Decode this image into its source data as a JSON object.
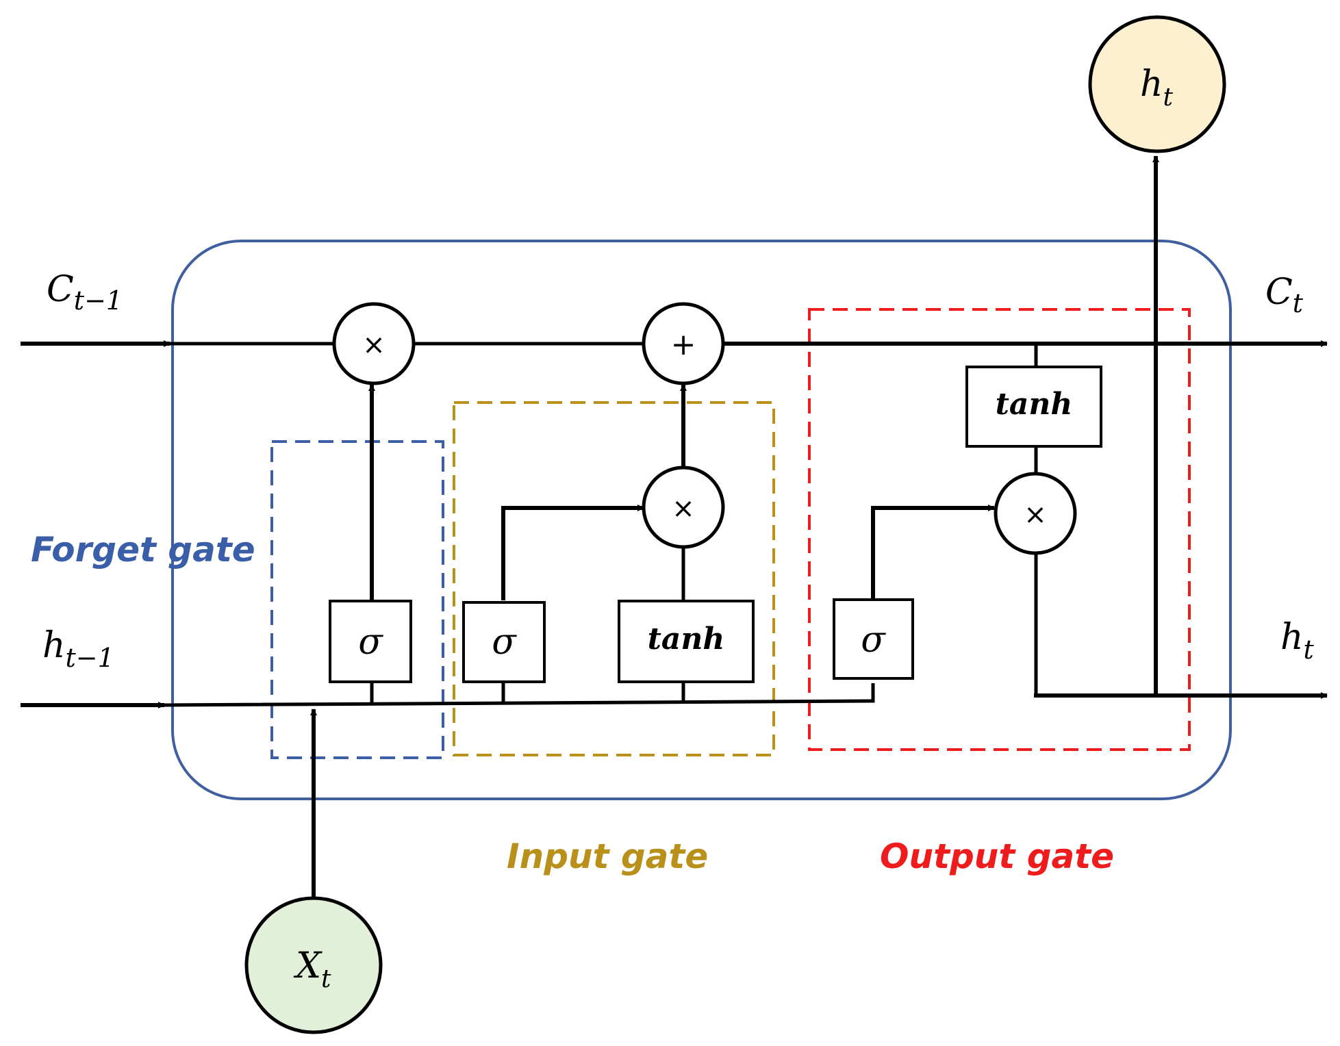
{
  "labels": {
    "c_prev": "C",
    "c_prev_sub": "t−1",
    "c_t": "C",
    "c_t_sub": "t",
    "h_prev": "h",
    "h_prev_sub": "t−1",
    "h_t_right": "h",
    "h_t_right_sub": "t",
    "h_t_top": "h",
    "h_t_top_sub": "t",
    "x_t": "X",
    "x_t_sub": "t"
  },
  "gates": {
    "forget": "Forget gate",
    "input": "Input gate",
    "output": "Output gate"
  },
  "ops": {
    "multiply": "×",
    "add": "+",
    "sigma": "σ",
    "tanh": "tanh"
  },
  "colors": {
    "cell_border": "#3f5fa0",
    "forget": "#3a5fa8",
    "input": "#b8901a",
    "output": "#ee1c1c",
    "x_fill": "#e2efd9",
    "h_fill": "#fdf0d0",
    "line": "#000000"
  }
}
